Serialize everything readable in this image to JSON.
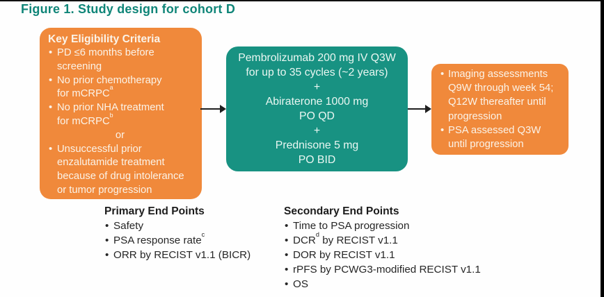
{
  "figure": {
    "title": "Figure 1. Study design for cohort D"
  },
  "ui": {
    "bullet": "•"
  },
  "colors": {
    "orange": "#F0893B",
    "teal": "#189282",
    "title_teal": "#0F8578",
    "arrow_black": "#1F1F1F",
    "endpoint_text": "#262626",
    "box_text": "#FBF3E8"
  },
  "eligibility": {
    "header": "Key Eligibility Criteria",
    "lines": [
      {
        "text": "PD ≤6 months before",
        "sup": ""
      },
      {
        "text": "screening",
        "sup": ""
      },
      {
        "text": "No prior chemotherapy",
        "sup": ""
      },
      {
        "text": "for mCRPC",
        "sup": "a"
      },
      {
        "text": "No prior NHA treatment",
        "sup": ""
      },
      {
        "text": "for mCRPC",
        "sup": "b"
      },
      {
        "text": "or",
        "sup": ""
      },
      {
        "text": "Unsuccessful prior",
        "sup": ""
      },
      {
        "text": "enzalutamide treatment",
        "sup": ""
      },
      {
        "text": "because of drug intolerance",
        "sup": ""
      },
      {
        "text": "or tumor progression",
        "sup": ""
      }
    ]
  },
  "treatment": {
    "lines": [
      "Pembrolizumab 200 mg IV Q3W",
      "for up to 35 cycles (~2 years)",
      "+",
      "Abiraterone 1000 mg",
      "PO QD",
      "+",
      "Prednisone 5 mg",
      "PO BID"
    ]
  },
  "assessments": {
    "lines": [
      "Imaging assessments",
      "Q9W through week 54;",
      "Q12W thereafter until",
      "progression",
      "PSA assessed Q3W",
      "until progression"
    ]
  },
  "primary_endpoints": {
    "header": "Primary End Points",
    "bullets": [
      {
        "pre": "Safety",
        "sup": "",
        "post": ""
      },
      {
        "pre": "PSA response rate",
        "sup": "c",
        "post": ""
      },
      {
        "pre": "ORR by RECIST v1.1 (BICR)",
        "sup": "",
        "post": ""
      }
    ]
  },
  "secondary_endpoints": {
    "header": "Secondary End Points",
    "bullets": [
      {
        "pre": "Time to PSA progression",
        "sup": "",
        "post": ""
      },
      {
        "pre": "DCR",
        "sup": "d",
        "post": " by RECIST v1.1"
      },
      {
        "pre": "DOR by RECIST v1.1",
        "sup": "",
        "post": ""
      },
      {
        "pre": "rPFS by PCWG3-modified RECIST v1.1",
        "sup": "",
        "post": ""
      },
      {
        "pre": "OS",
        "sup": "",
        "post": ""
      }
    ]
  }
}
